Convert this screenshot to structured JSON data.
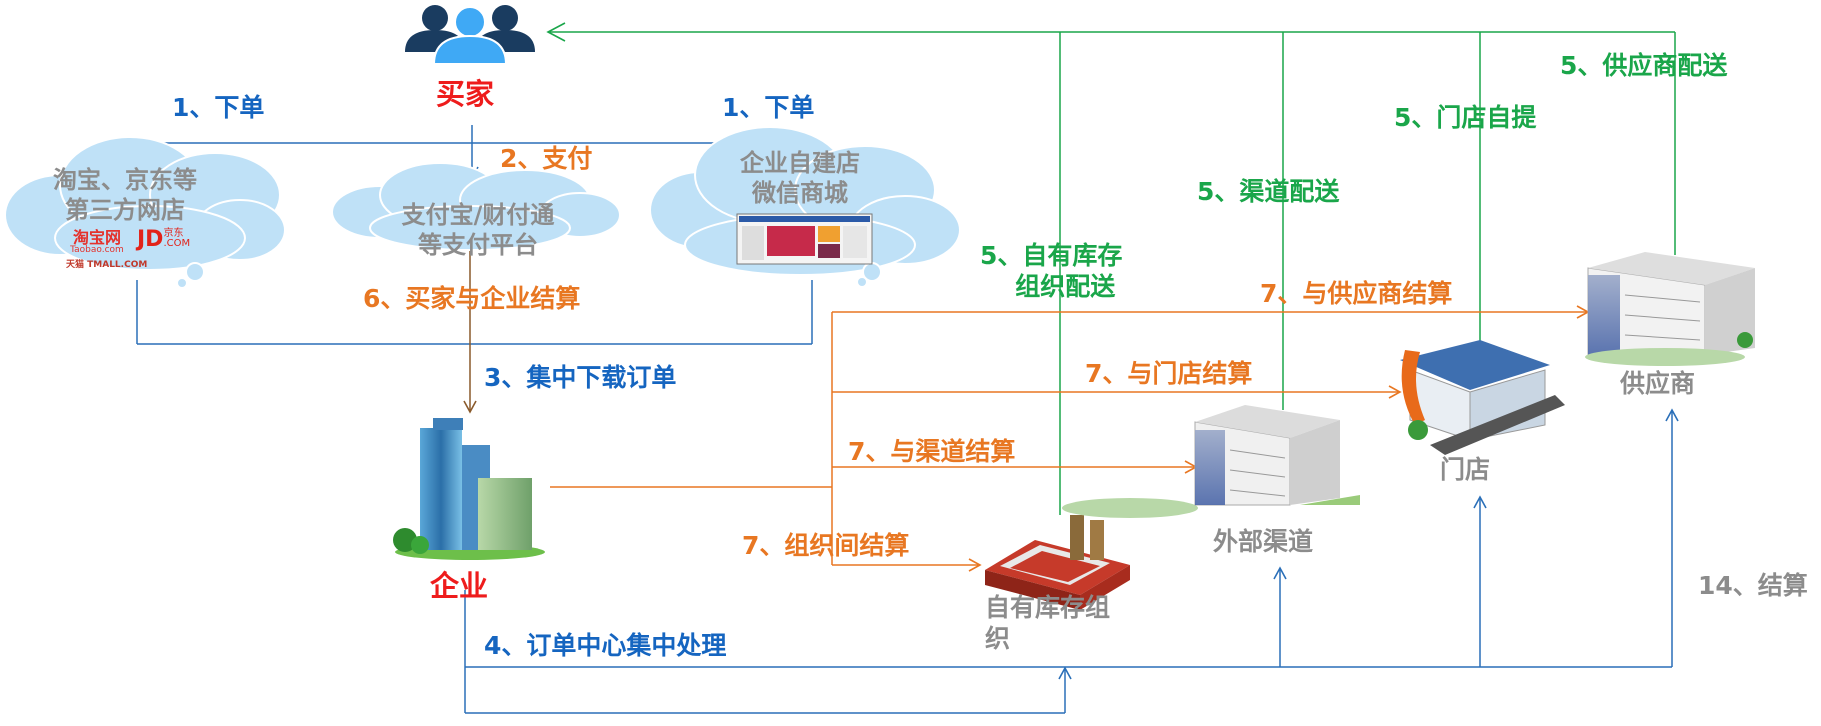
{
  "nodes": {
    "buyer": "买家",
    "enterprise": "企业",
    "third_party": {
      "line1": "淘宝、京东等",
      "line2": "第三方网店"
    },
    "payment": {
      "line1": "支付宝/财付通",
      "line2": "等支付平台"
    },
    "self_store": {
      "line1": "企业自建店",
      "line2": "微信商城"
    },
    "own_org": {
      "line1": "自有库存组",
      "line2": "织"
    },
    "external": "外部渠道",
    "store": "门店",
    "supplier": "供应商"
  },
  "logos": {
    "taobao": "淘宝网",
    "taobao_sub": "Taobao.com",
    "tmall": "天猫 TMALL.COM",
    "jd": "JD",
    "jd_cn": "京东",
    "jd_com": ".COM"
  },
  "steps": {
    "order_left": "1、下单",
    "order_right": "1、下单",
    "pay": "2、支付",
    "download": "3、集中下载订单",
    "center": "4、订单中心集中处理",
    "own_delivery": {
      "line1": "5、自有库存",
      "line2": "组织配送"
    },
    "channel_delivery": "5、渠道配送",
    "store_pickup": "5、门店自提",
    "supplier_delivery": "5、供应商配送",
    "buyer_settle": "6、买家与企业结算",
    "org_settle": "7、组织间结算",
    "channel_settle": "7、与渠道结算",
    "store_settle": "7、与门店结算",
    "supplier_settle": "7、与供应商结算",
    "final_settle": "14、结算"
  },
  "colors": {
    "blue": "#1565c0",
    "orange": "#e87722",
    "green": "#1aa64a",
    "gray": "#8c8c8c",
    "red": "#ee1c1c",
    "cloud": "#bfe1f7"
  }
}
